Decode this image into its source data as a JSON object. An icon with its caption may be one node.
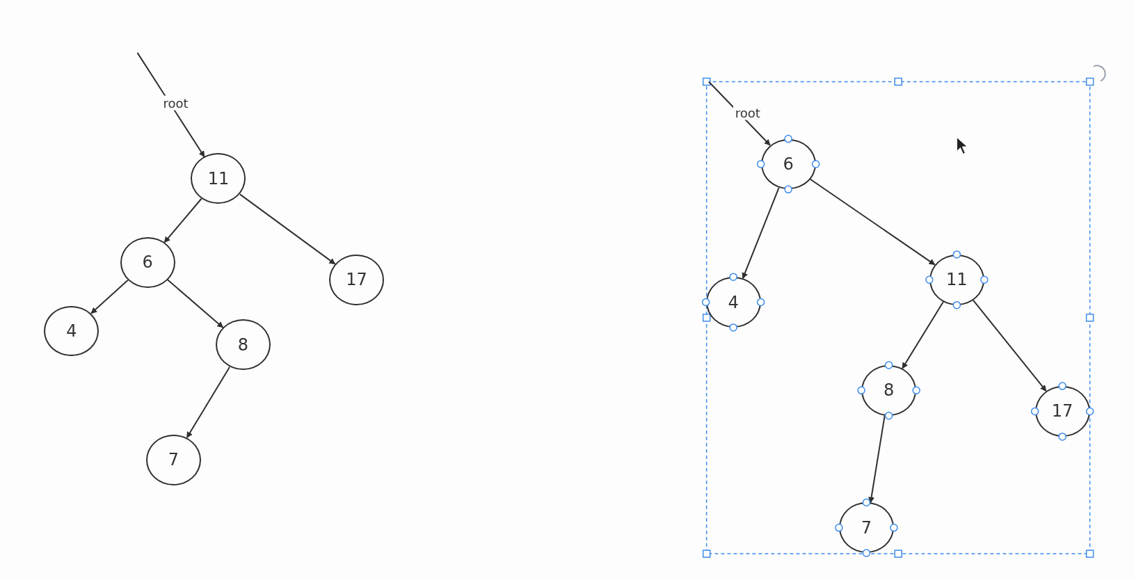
{
  "diagram": {
    "nodes": [
      {
        "text": [
          "11"
        ]
      },
      {
        "text": [
          "6"
        ]
      },
      {
        "text": [
          "17"
        ]
      },
      {
        "text": [
          "4"
        ]
      },
      {
        "text": [
          "8"
        ]
      },
      {
        "text": [
          "7"
        ]
      },
      {
        "text": [
          "6"
        ]
      },
      {
        "text": [
          "4"
        ]
      },
      {
        "text": [
          "11"
        ]
      },
      {
        "text": [
          "8"
        ]
      },
      {
        "text": [
          "17"
        ]
      },
      {
        "text": [
          "7"
        ]
      }
    ],
    "edges": [
      {
        "from": null,
        "to": 0,
        "arrow": "to",
        "label": "root"
      },
      {
        "from": 0,
        "to": 1,
        "arrow": "to"
      },
      {
        "from": 0,
        "to": 2,
        "arrow": "to"
      },
      {
        "from": 1,
        "to": 3,
        "arrow": "to"
      },
      {
        "from": 1,
        "to": 4,
        "arrow": "to"
      },
      {
        "from": 4,
        "to": 5,
        "arrow": "to"
      },
      {
        "from": null,
        "to": 6,
        "arrow": "to",
        "label": "root"
      },
      {
        "from": 6,
        "to": 7,
        "arrow": "to"
      },
      {
        "from": 6,
        "to": 8,
        "arrow": "to"
      },
      {
        "from": 8,
        "to": 9,
        "arrow": "to"
      },
      {
        "from": 8,
        "to": 10,
        "arrow": "to"
      },
      {
        "from": 9,
        "to": 11,
        "arrow": "to"
      }
    ]
  }
}
